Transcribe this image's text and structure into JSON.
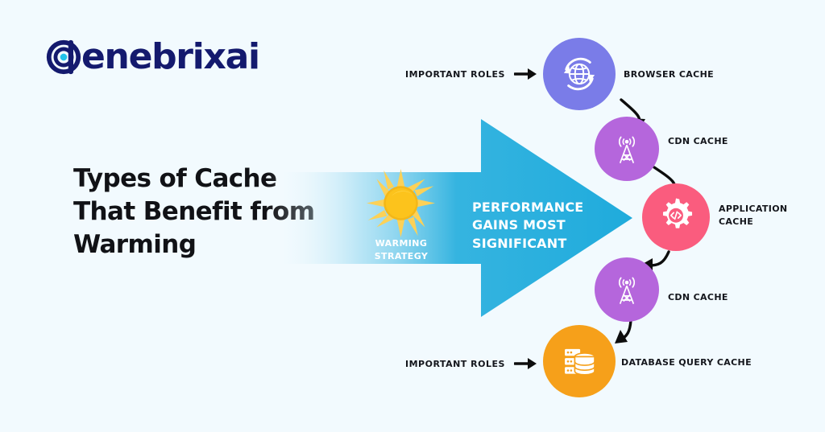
{
  "brand": {
    "name": "enebrixai",
    "mark_icon": "concentric-circle-d-logo-icon",
    "wordmark_color": "#141a6e",
    "dot_color": "#22c3ea"
  },
  "headline": {
    "text": "Types of Cache\nThat Benefit from\nWarming"
  },
  "arrow": {
    "sun_icon": "sun-icon",
    "sun_label": "WARMING\nSTRATEGY",
    "headline": "PERFORMANCE\nGAINS MOST\nSIGNIFICANT",
    "color_start": "#ffffff",
    "color_end": "#1fabdc"
  },
  "callouts": [
    {
      "text": "IMPORTANT ROLES",
      "icon": "arrow-right-icon"
    },
    {
      "text": "IMPORTANT ROLES",
      "icon": "arrow-right-icon"
    }
  ],
  "nodes": [
    {
      "label": "BROWSER CACHE",
      "icon": "globe-refresh-icon",
      "color": "#7a7ce8"
    },
    {
      "label": "CDN CACHE",
      "icon": "broadcast-tower-icon",
      "color": "#b566dc"
    },
    {
      "label": "APPLICATION\nCACHE",
      "icon": "gear-code-icon",
      "color": "#fa5c7e"
    },
    {
      "label": "CDN CACHE",
      "icon": "broadcast-tower-icon",
      "color": "#b566dc"
    },
    {
      "label": "DATABASE QUERY CACHE",
      "icon": "database-server-icon",
      "color": "#f6a01a"
    }
  ],
  "background_color": "#f2fafe"
}
